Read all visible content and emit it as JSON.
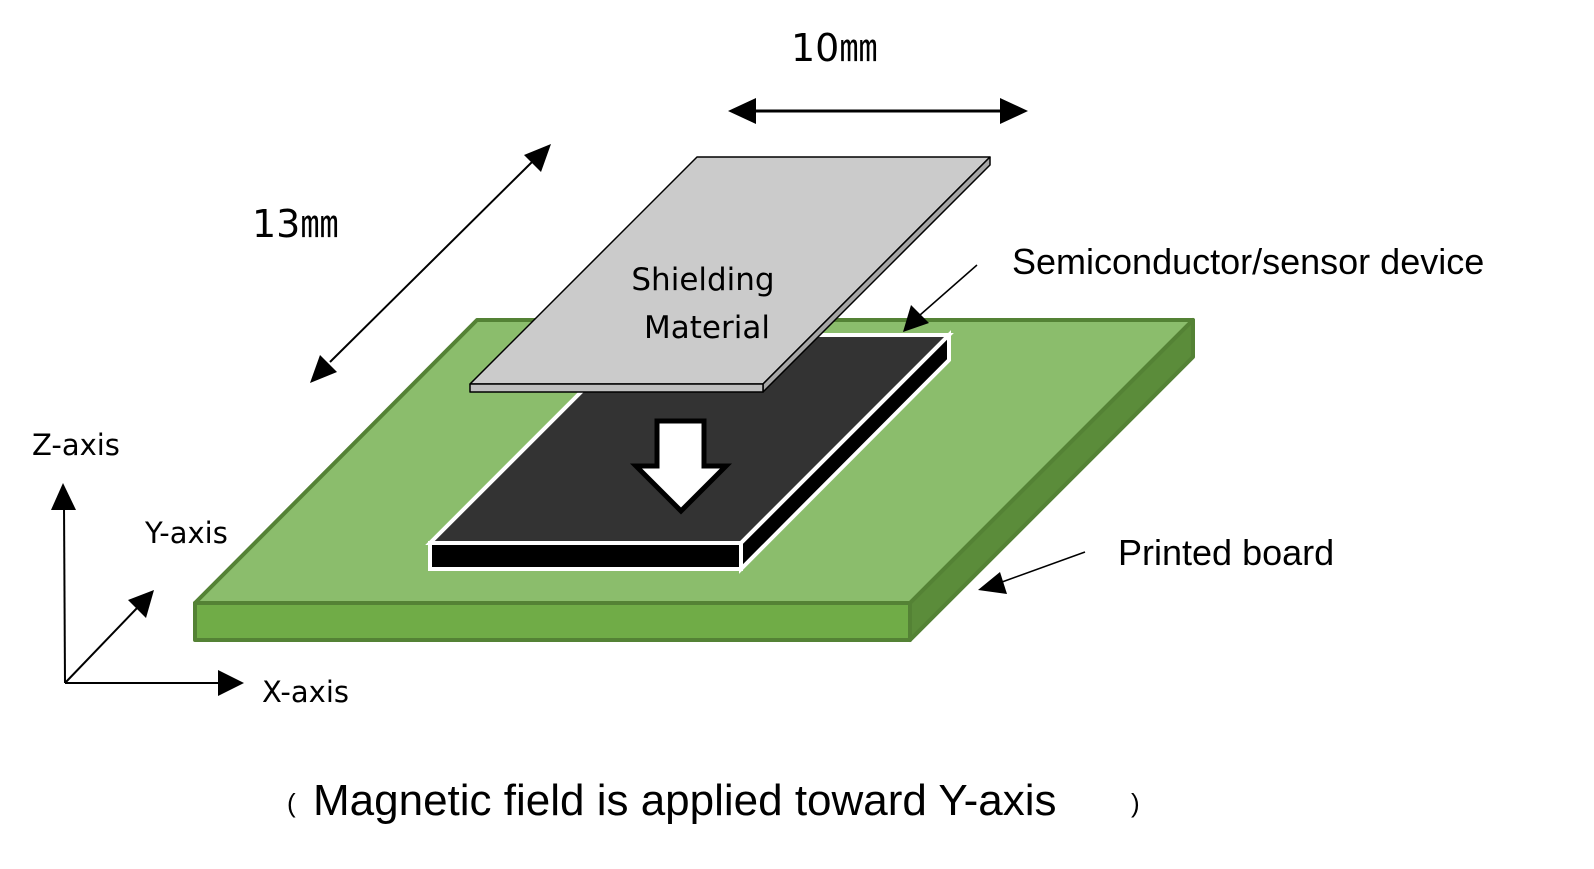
{
  "dimensions": {
    "width_label": "10㎜",
    "depth_label": "13㎜"
  },
  "labels": {
    "shielding_line1": "Shielding",
    "shielding_line2": "Material",
    "sensor_device": "Semiconductor/sensor device",
    "printed_board": "Printed board",
    "z_axis": "Z-axis",
    "y_axis": "Y-axis",
    "x_axis": "X-axis",
    "caption_open": "(",
    "caption": "Magnetic field is applied toward Y-axis",
    "caption_close": ")"
  },
  "icons": {
    "field_arrow": "down-arrow-icon",
    "dimension_arrow": "double-headed-arrow-icon",
    "axis_arrow": "axis-arrow-icon"
  },
  "colors": {
    "board_top": "#8bbd6c",
    "board_front": "#70ac47",
    "board_side": "#5b8c3a",
    "board_stroke": "#548235",
    "device_top": "#333333",
    "device_side": "#000000",
    "device_outline": "#ffffff",
    "shield_top": "#cbcbcb",
    "shield_front": "#bfbfbf",
    "shield_side": "#a6a6a6",
    "line": "#000000"
  }
}
